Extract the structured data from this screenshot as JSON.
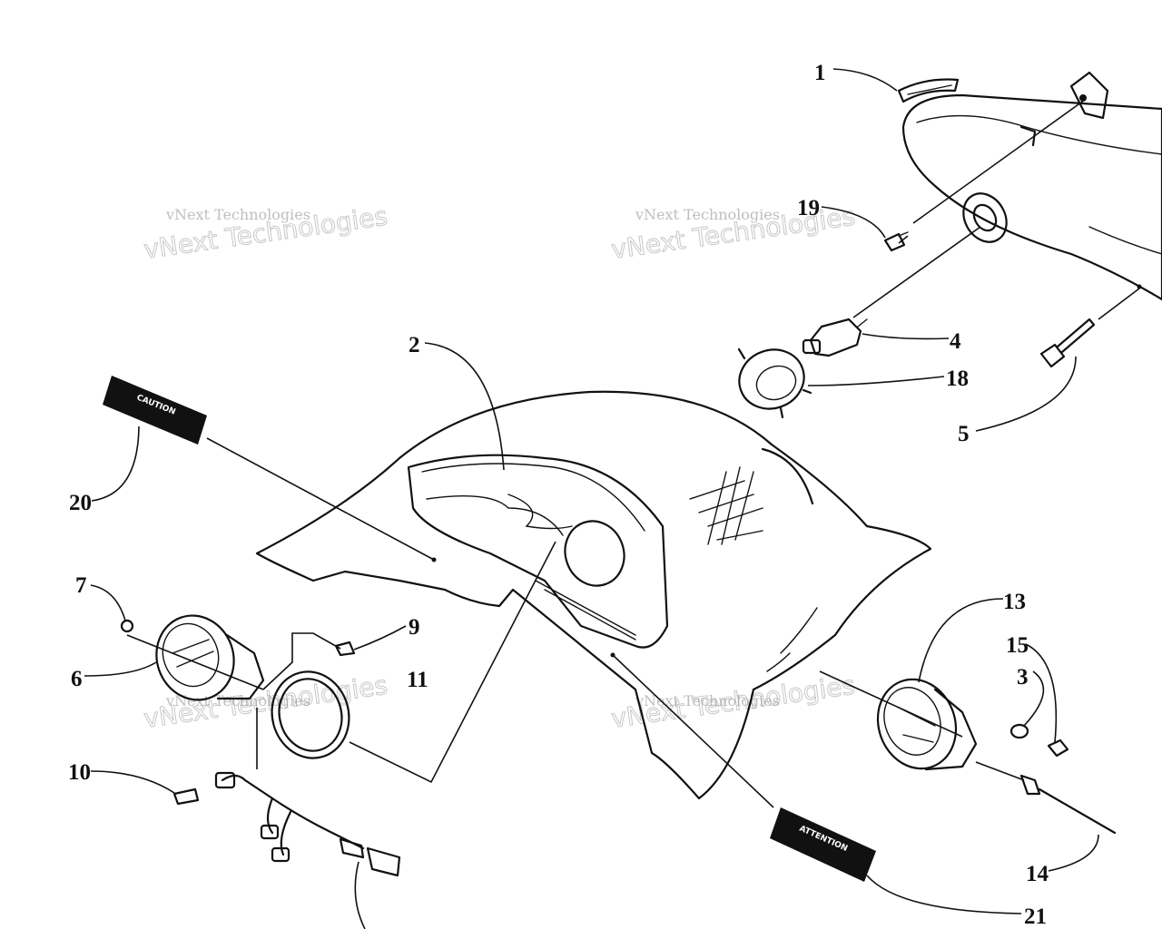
{
  "callouts": [
    {
      "id": "1",
      "label": "1"
    },
    {
      "id": "2",
      "label": "2"
    },
    {
      "id": "3",
      "label": "3"
    },
    {
      "id": "4",
      "label": "4"
    },
    {
      "id": "5",
      "label": "5"
    },
    {
      "id": "6",
      "label": "6"
    },
    {
      "id": "7",
      "label": "7"
    },
    {
      "id": "9",
      "label": "9"
    },
    {
      "id": "10",
      "label": "10"
    },
    {
      "id": "11",
      "label": "11"
    },
    {
      "id": "13",
      "label": "13"
    },
    {
      "id": "14",
      "label": "14"
    },
    {
      "id": "15",
      "label": "15"
    },
    {
      "id": "18",
      "label": "18"
    },
    {
      "id": "19",
      "label": "19"
    },
    {
      "id": "20",
      "label": "20"
    },
    {
      "id": "21",
      "label": "21"
    }
  ],
  "decals": {
    "caution": "CAUTION",
    "attention": "ATTENTION"
  },
  "watermark": {
    "line1": "vNext Technologies",
    "line2": "vNext Technologies"
  }
}
